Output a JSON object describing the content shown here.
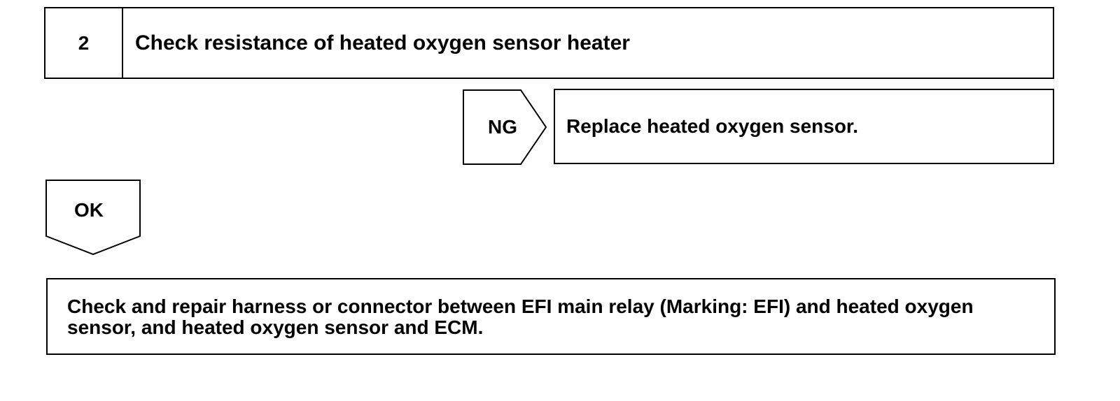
{
  "step": {
    "number": "2",
    "title": "Check resistance of heated oxygen sensor heater"
  },
  "ng_branch": {
    "label": "NG",
    "action": "Replace heated oxygen sensor."
  },
  "ok_branch": {
    "label": "OK"
  },
  "final_action": {
    "text": "Check and repair harness or connector between EFI main relay (Marking: EFI) and heated oxygen sensor, and heated oxygen sensor and ECM."
  }
}
